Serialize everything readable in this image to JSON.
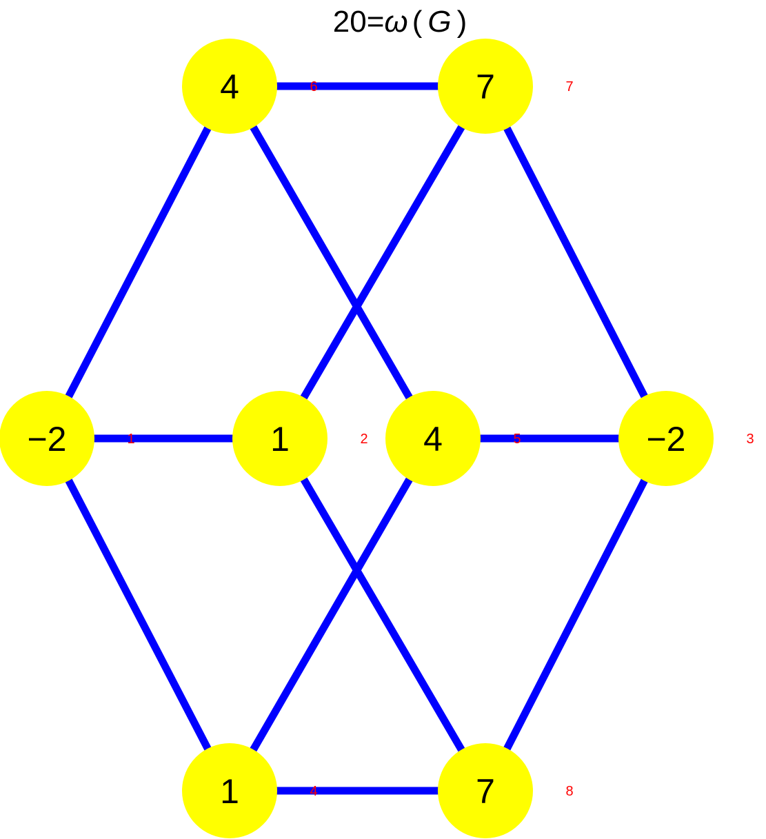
{
  "title": {
    "prefix": "20=",
    "symbol": "ω",
    "open": "(",
    "graph": "G",
    "close": ")"
  },
  "colors": {
    "edge": "#0000ff",
    "node": "#ffff00",
    "node_text": "#000000",
    "index_text": "#ff0000",
    "background": "#ffffff"
  },
  "graph": {
    "nodes": [
      {
        "id": 1,
        "label": "−2",
        "index": "1"
      },
      {
        "id": 2,
        "label": "1",
        "index": "2"
      },
      {
        "id": 3,
        "label": "−2",
        "index": "3"
      },
      {
        "id": 4,
        "label": "1",
        "index": "4"
      },
      {
        "id": 5,
        "label": "4",
        "index": "5"
      },
      {
        "id": 6,
        "label": "4",
        "index": "6"
      },
      {
        "id": 7,
        "label": "7",
        "index": "7"
      },
      {
        "id": 8,
        "label": "7",
        "index": "8"
      }
    ],
    "edges": [
      {
        "from": 6,
        "to": 7
      },
      {
        "from": 6,
        "to": 1
      },
      {
        "from": 6,
        "to": 5
      },
      {
        "from": 7,
        "to": 2
      },
      {
        "from": 7,
        "to": 3
      },
      {
        "from": 1,
        "to": 2
      },
      {
        "from": 5,
        "to": 3
      },
      {
        "from": 1,
        "to": 4
      },
      {
        "from": 2,
        "to": 8
      },
      {
        "from": 5,
        "to": 4
      },
      {
        "from": 3,
        "to": 8
      },
      {
        "from": 4,
        "to": 8
      }
    ]
  }
}
